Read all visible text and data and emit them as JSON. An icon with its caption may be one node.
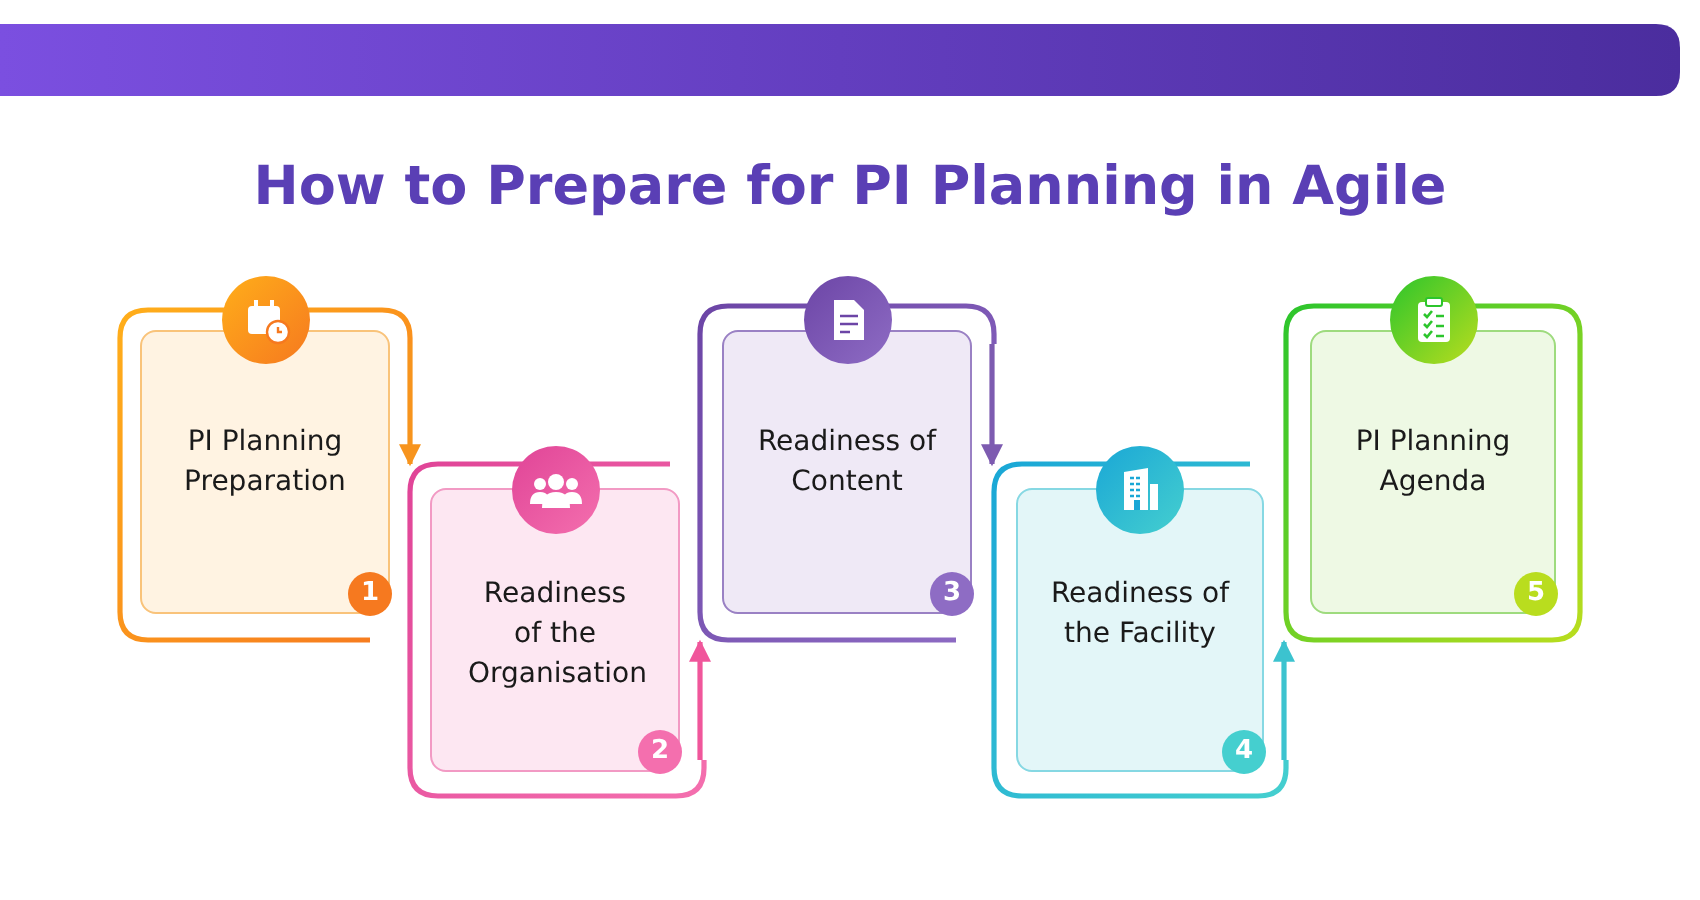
{
  "diagram": {
    "title": "How to Prepare for PI Planning in Agile",
    "nodes": [
      {
        "text": [
          "PI Planning Preparation",
          "1"
        ]
      },
      {
        "text": [
          "Readiness of the Organisation",
          "2"
        ]
      },
      {
        "text": [
          "Readiness of Content",
          "3"
        ]
      },
      {
        "text": [
          "Readiness of the Facility",
          "4"
        ]
      },
      {
        "text": [
          "PI Planning Agenda",
          "5"
        ]
      }
    ],
    "edges": [
      {
        "from": 0,
        "to": 1,
        "arrow": "to",
        "color": "#f7941d"
      },
      {
        "from": 1,
        "to": 2,
        "arrow": "to",
        "color": "#f0569b"
      },
      {
        "from": 2,
        "to": 3,
        "arrow": "to",
        "color": "#7d5bb0"
      },
      {
        "from": 3,
        "to": 4,
        "arrow": "to",
        "color": "#3cc3cf"
      }
    ]
  }
}
